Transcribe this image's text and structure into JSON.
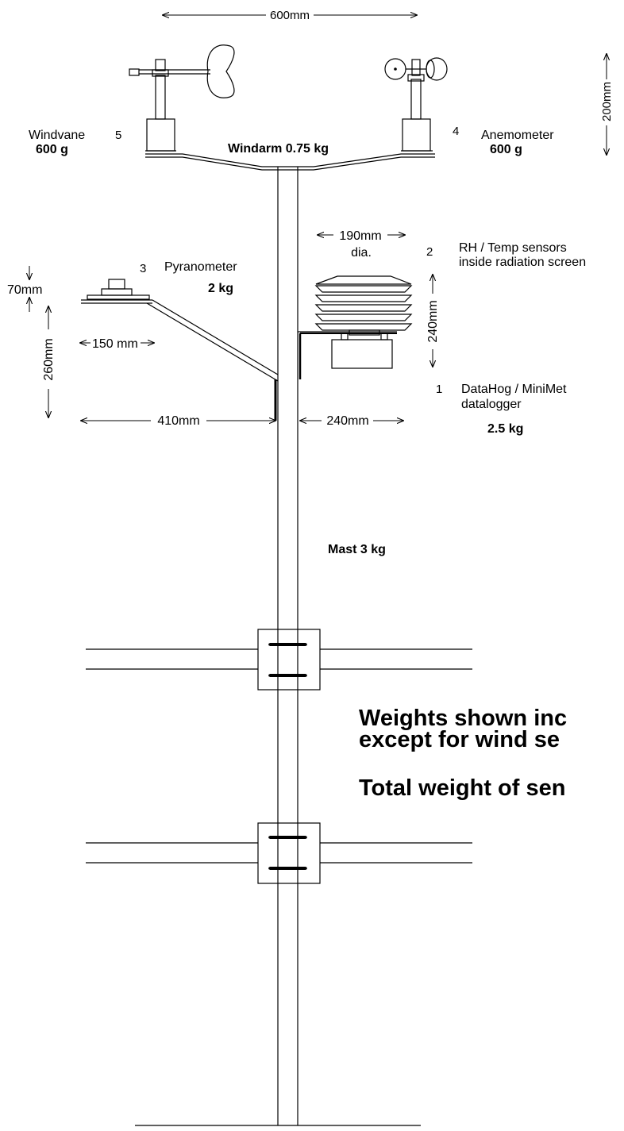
{
  "dimensions": {
    "top_width": "600mm",
    "height_200": "200mm",
    "screen_dia": "190mm",
    "screen_dia_suffix": "dia.",
    "pyr_height": "70mm",
    "pyr_width": "150 mm",
    "pyr_height_260": "260mm",
    "screen_height": "240mm",
    "left_arm": "410mm",
    "right_arm": "240mm"
  },
  "components": {
    "windvane": {
      "number": "5",
      "name": "Windvane",
      "weight": "600 g"
    },
    "anemometer": {
      "number": "4",
      "name": "Anemometer",
      "weight": "600 g"
    },
    "windarm": {
      "label": "Windarm 0.75 kg"
    },
    "rh_temp": {
      "number": "2",
      "line1": "RH / Temp sensors",
      "line2": "inside radiation screen"
    },
    "pyranometer": {
      "number": "3",
      "name": "Pyranometer",
      "weight": "2 kg"
    },
    "datalogger": {
      "number": "1",
      "line1": "DataHog / MiniMet",
      "line2": "datalogger",
      "weight": "2.5 kg"
    },
    "mast": {
      "label": "Mast 3 kg"
    }
  },
  "notes": {
    "line1": "Weights shown inc",
    "line2": "except for wind se",
    "line3": "Total weight of sen"
  }
}
